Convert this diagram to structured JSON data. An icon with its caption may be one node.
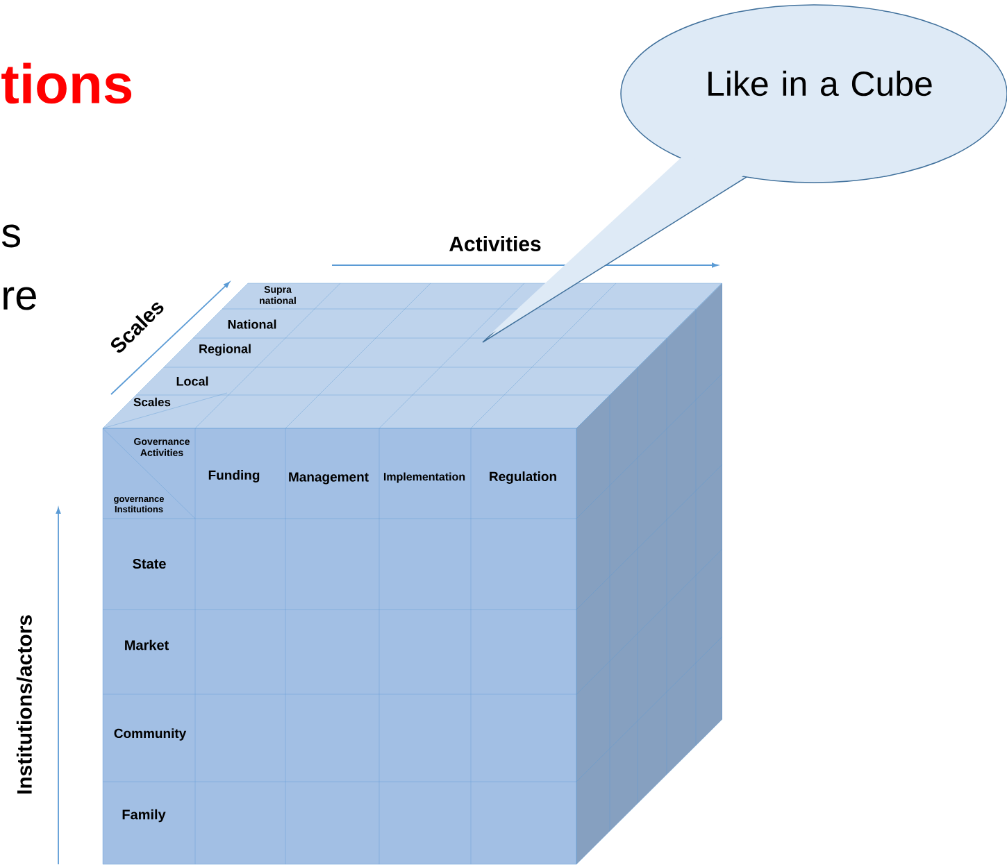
{
  "diagram": {
    "nodes": [
      {
        "text": [
          "Like in a Cube"
        ]
      }
    ],
    "labels": [
      "tions",
      "s",
      "Activities",
      "re",
      "Supra national",
      "Scales",
      "National",
      "Regional",
      "Local",
      "Scales",
      "Governance Activities",
      "Funding",
      "Management",
      "Implementation",
      "Regulation",
      "governance Institutions",
      "State",
      "Market",
      "Community",
      "Family",
      "Institutions/actors"
    ]
  }
}
